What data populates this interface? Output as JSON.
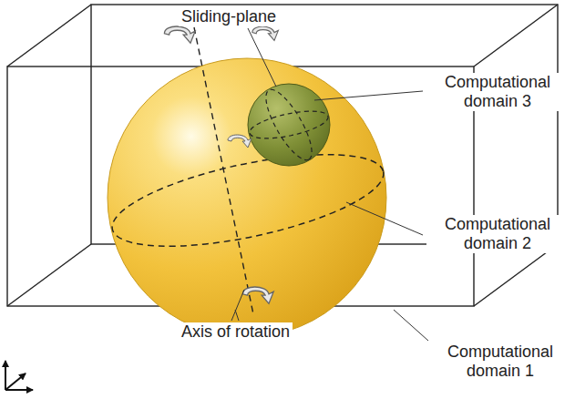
{
  "diagram": {
    "labels": [
      "Sliding-plane",
      "Computational domain 3",
      "Computational domain 2",
      "Axis of rotation",
      "Computational domain 1"
    ]
  }
}
